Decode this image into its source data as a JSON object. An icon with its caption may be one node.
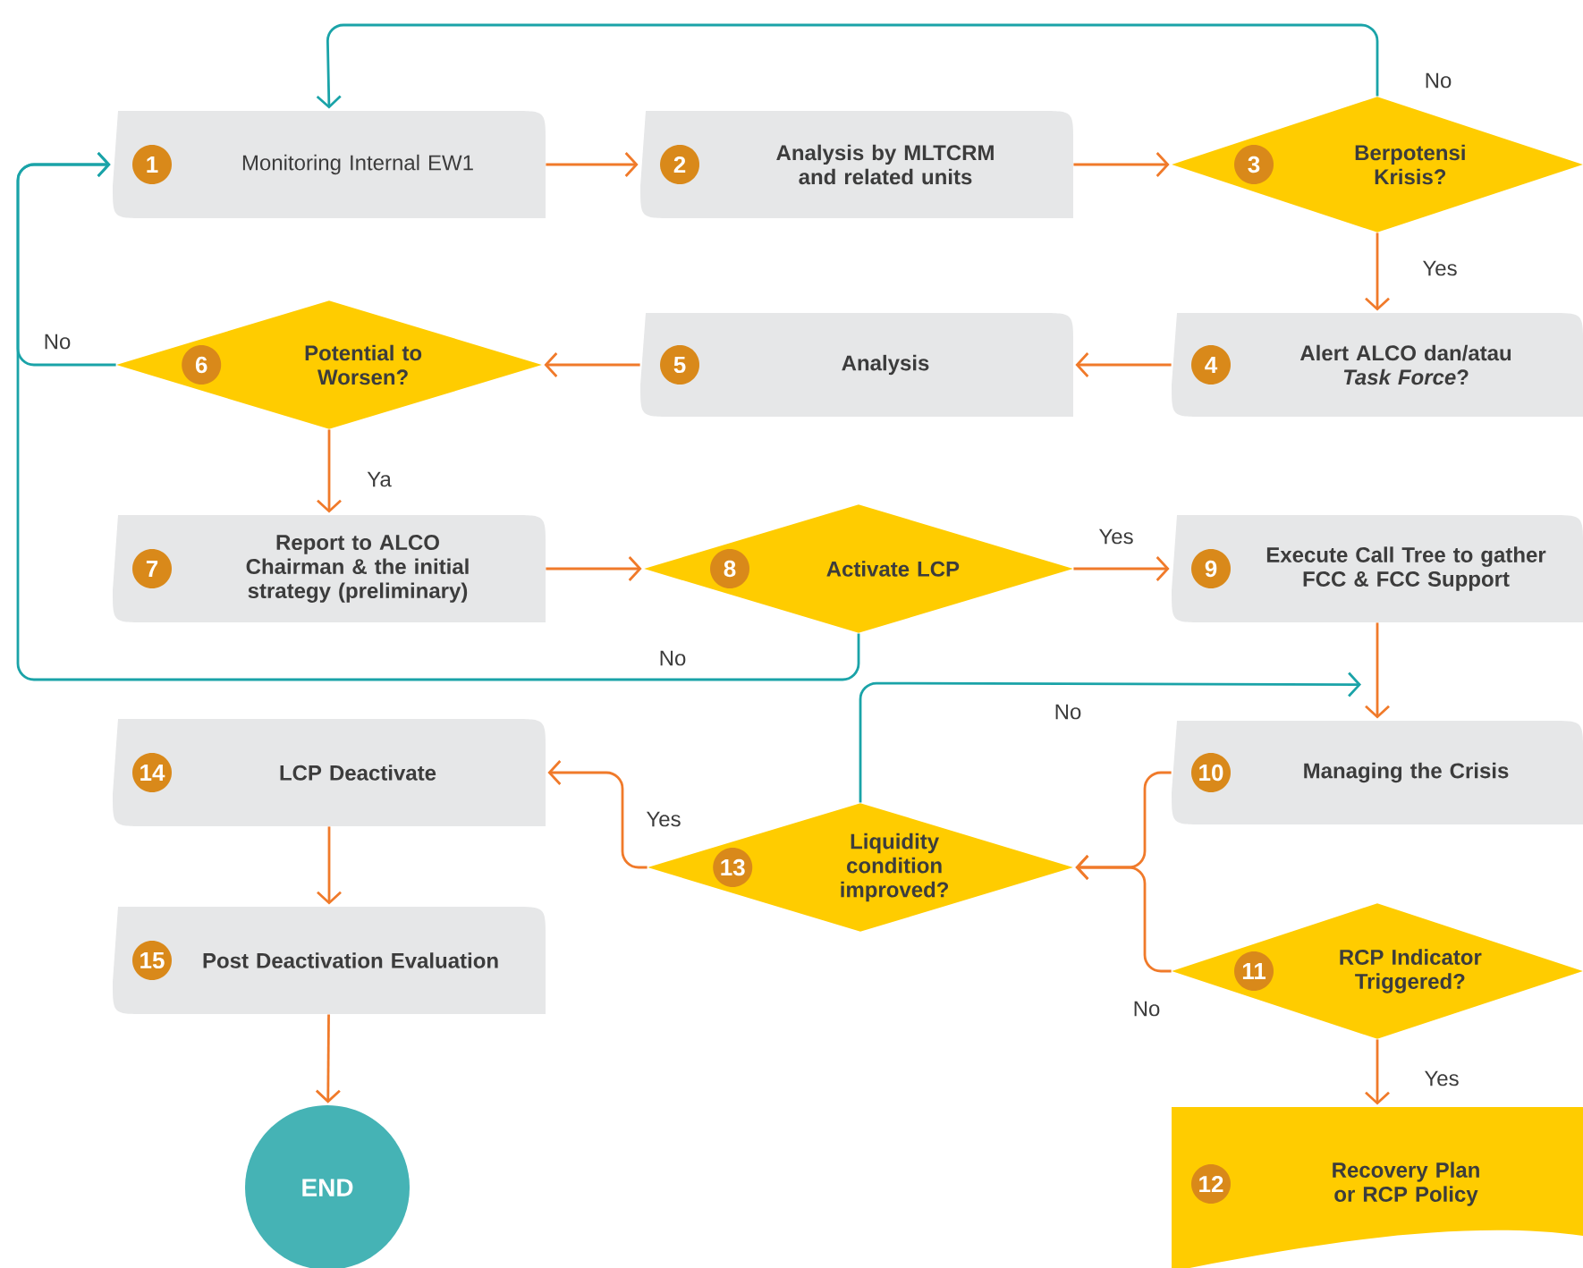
{
  "diagram": {
    "nodes": [
      {
        "text": [
          "1",
          "Monitoring Internal EW1"
        ]
      },
      {
        "text": [
          "2",
          "Analysis by MLTCRM and related units"
        ]
      },
      {
        "text": [
          "3",
          "Berpotensi Krisis?"
        ]
      },
      {
        "text": [
          "4",
          "Alert ALCO dan/atau *Task Force*?"
        ]
      },
      {
        "text": [
          "5",
          "Analysis"
        ]
      },
      {
        "text": [
          "6",
          "Potential to Worsen?"
        ]
      },
      {
        "text": [
          "7",
          "Report to ALCO Chairman & the initial strategy (preliminary)"
        ]
      },
      {
        "text": [
          "8",
          "Activate LCP"
        ]
      },
      {
        "text": [
          "9",
          "Execute Call Tree to gather FCC & FCC Support"
        ]
      },
      {
        "text": [
          "10",
          "Managing the Crisis"
        ]
      },
      {
        "text": [
          "11",
          "RCP Indicator Triggered?"
        ]
      },
      {
        "text": [
          "12",
          "Recovery Plan or RCP Policy"
        ]
      },
      {
        "text": [
          "13",
          "Liquidity condition improved?"
        ]
      },
      {
        "text": [
          "14",
          "LCP Deactivate"
        ]
      },
      {
        "text": [
          "15",
          "Post Deactivation Evaluation"
        ]
      },
      {
        "text": [
          "END"
        ]
      }
    ],
    "edges": [
      {
        "from": 0,
        "to": 1,
        "arrow": "to"
      },
      {
        "from": 1,
        "to": 2,
        "arrow": "to"
      },
      {
        "from": 2,
        "to": 0,
        "arrow": "to",
        "label": "No",
        "color": "#1aa3a8"
      },
      {
        "from": 2,
        "to": 3,
        "arrow": "to",
        "label": "Yes"
      },
      {
        "from": 3,
        "to": 4,
        "arrow": "to"
      },
      {
        "from": 4,
        "to": 5,
        "arrow": "to"
      },
      {
        "from": 5,
        "to": 0,
        "arrow": "to",
        "label": "No",
        "color": "#1aa3a8"
      },
      {
        "from": 5,
        "to": 6,
        "arrow": "to",
        "label": "Ya"
      },
      {
        "from": 6,
        "to": 7,
        "arrow": "to"
      },
      {
        "from": 7,
        "to": 8,
        "arrow": "to",
        "label": "Yes"
      },
      {
        "from": 7,
        "to": 0,
        "arrow": "to",
        "label": "No",
        "color": "#1aa3a8"
      },
      {
        "from": 8,
        "to": 9,
        "arrow": "to"
      },
      {
        "from": 12,
        "to": 9,
        "arrow": "to",
        "label": "No",
        "color": "#1aa3a8"
      },
      {
        "from": 9,
        "to": 12,
        "arrow": "to"
      },
      {
        "from": 10,
        "to": 12,
        "arrow": "to",
        "label": "No"
      },
      {
        "from": 10,
        "to": 11,
        "arrow": "to",
        "label": "Yes"
      },
      {
        "from": 12,
        "to": 13,
        "arrow": "to",
        "label": "Yes"
      },
      {
        "from": 13,
        "to": 14,
        "arrow": "to"
      },
      {
        "from": 14,
        "to": 15,
        "arrow": "to"
      }
    ]
  }
}
